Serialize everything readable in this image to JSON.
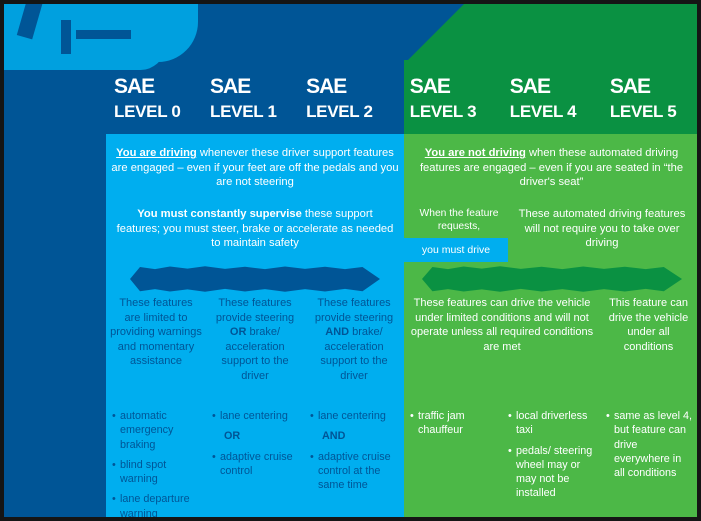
{
  "levels": [
    {
      "mark": "SAE",
      "label": "LEVEL 0",
      "side": "blue"
    },
    {
      "mark": "SAE",
      "label": "LEVEL 1",
      "side": "blue"
    },
    {
      "mark": "SAE",
      "label": "LEVEL 2",
      "side": "blue"
    },
    {
      "mark": "SAE",
      "label": "LEVEL 3",
      "side": "green"
    },
    {
      "mark": "SAE",
      "label": "LEVEL 4",
      "side": "green"
    },
    {
      "mark": "SAE",
      "label": "LEVEL 5",
      "side": "green"
    }
  ],
  "blue_side": {
    "statement_1_bold": "You are driving",
    "statement_1_rest": " whenever these driver support features are engaged – even if your feet are off the pedals and you are not steering",
    "statement_2_bold": "You must constantly supervise",
    "statement_2_rest": " these support features; you must steer, brake or accelerate as needed to maintain safety",
    "capabilities": [
      "These features are limited to providing warnings and momentary assistance",
      "These features provide steering OR brake/ acceleration support to the driver",
      "These features provide steering AND brake/ acceleration support to the driver"
    ],
    "bullets": [
      [
        "automatic emergency braking",
        "blind spot warning",
        "lane departure warning"
      ],
      [
        "lane centering",
        "OR",
        "adaptive cruise control"
      ],
      [
        "lane centering",
        "AND",
        "adaptive cruise control at the same time"
      ]
    ]
  },
  "green_side": {
    "statement_1_bold": "You are not driving",
    "statement_1_rest": " when these automated driving features are engaged – even if you are seated in “the driver's seat”",
    "when_requests": "When the feature requests,",
    "must_drive": "you must drive",
    "statement_2": "These automated driving features will not require you to take over driving",
    "capabilities": [
      "These features can drive the vehicle under limited conditions and will not operate unless all required conditions are met",
      "This feature can drive the vehicle under all conditions"
    ],
    "bullets": [
      [
        "traffic jam chauffeur"
      ],
      [
        "local driverless taxi",
        "pedals/ steering wheel may or may not be installed"
      ],
      [
        "same as level 4, but feature can drive everywhere in all conditions"
      ]
    ]
  },
  "colors": {
    "dark_blue": "#005596",
    "light_blue": "#00aeef",
    "cyan": "#00a0df",
    "dark_green": "#0a9142",
    "light_green": "#4cb847",
    "white": "#ffffff",
    "border": "#151515"
  }
}
